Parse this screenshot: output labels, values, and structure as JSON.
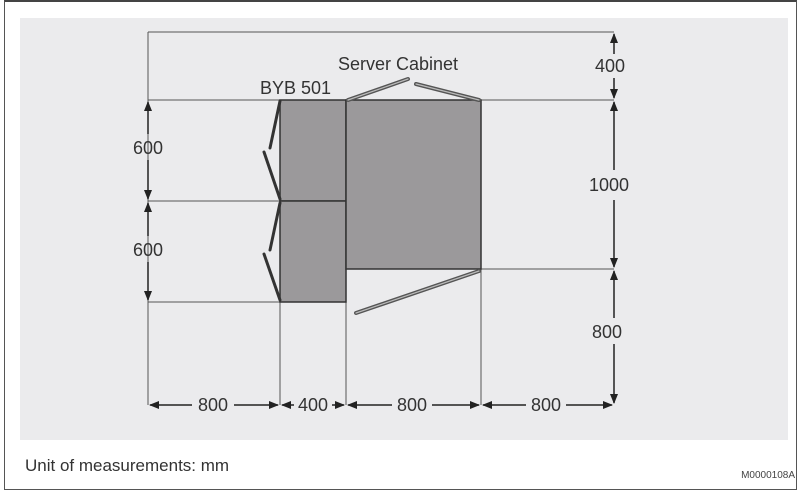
{
  "labels": {
    "server_cabinet": "Server Cabinet",
    "byb": "BYB 501"
  },
  "dimensions": {
    "top_clearance": "400",
    "byb_upper": "600",
    "byb_lower": "600",
    "cabinet_depth": "1000",
    "front_clearance": "800",
    "left_clearance": "800",
    "byb_width": "400",
    "cabinet_width": "800",
    "right_clearance": "800"
  },
  "footer": {
    "unit_note": "Unit of measurements: mm",
    "figure_code": "M0000108A"
  },
  "colors": {
    "panel": "#ebebed",
    "equipment": "#9b999b",
    "line": "#333333"
  }
}
